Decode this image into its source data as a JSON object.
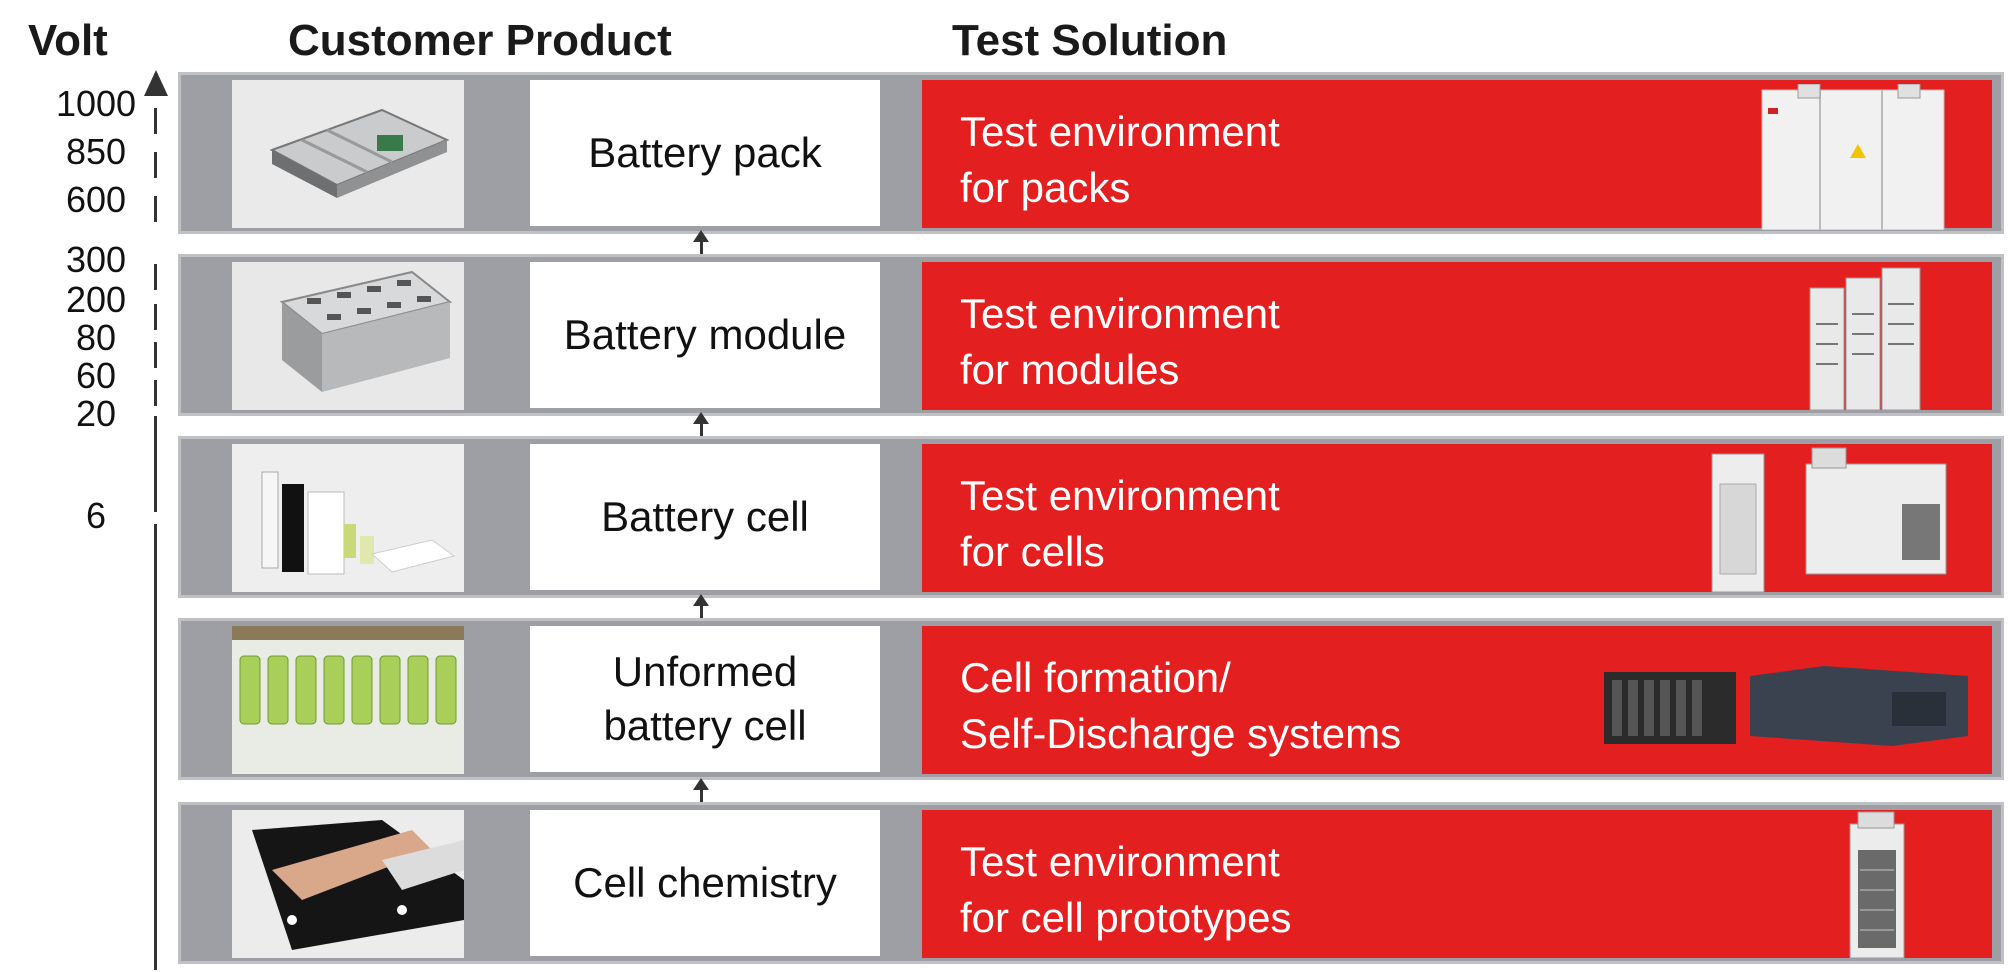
{
  "headers": {
    "volt": "Volt",
    "customer_product": "Customer Product",
    "test_solution": "Test Solution"
  },
  "volt_ticks": [
    "1000",
    "850",
    "600",
    "300",
    "200",
    "80",
    "60",
    "20",
    "6"
  ],
  "rows": [
    {
      "product": "Battery pack",
      "solution": "Test environment\nfor packs"
    },
    {
      "product": "Battery module",
      "solution": "Test environment\nfor modules"
    },
    {
      "product": "Battery cell",
      "solution": "Test environment\nfor cells"
    },
    {
      "product": "Unformed\nbattery cell",
      "solution": "Cell formation/\nSelf-Discharge systems"
    },
    {
      "product": "Cell chemistry",
      "solution": "Test environment\nfor cell prototypes"
    }
  ],
  "colors": {
    "band": "#9d9fa4",
    "solution_red": "#e41f1f",
    "box": "#ffffff"
  }
}
